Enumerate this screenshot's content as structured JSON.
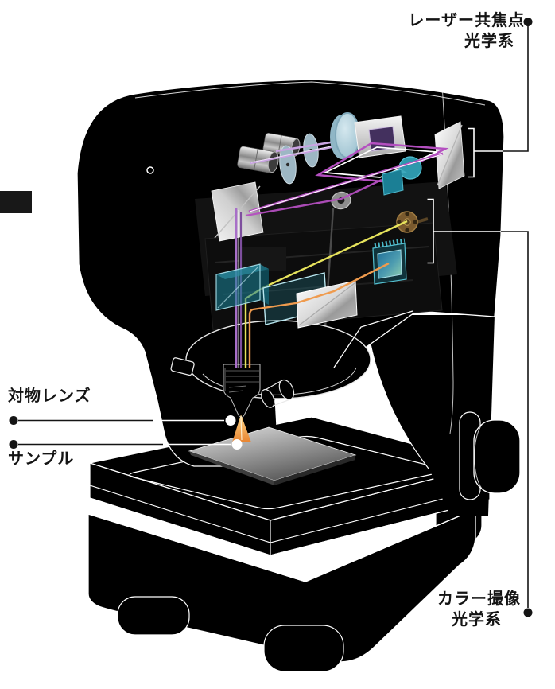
{
  "callouts": {
    "laser_confocal": {
      "line1": "レーザー共焦点",
      "line2": "光学系"
    },
    "color_imaging": {
      "line1": "カラー撮像",
      "line2": "光学系"
    },
    "objective_lens": {
      "label": "対物レンズ"
    },
    "sample": {
      "label": "サンプル"
    }
  },
  "colors": {
    "background": "#ffffff",
    "machine_body": "#000000",
    "outline": "#ffffff",
    "label_text": "#141414",
    "beam_violet": "#c9a3e2",
    "beam_magenta": "#b44fc0",
    "beam_yellow": "#e6e35c",
    "beam_orange": "#ef9b4e",
    "glass_teal": "#2e98ac",
    "lens_blue": "#a9c9d8",
    "mirror_silver": "#d9d9dc",
    "brass": "#8a6a3c",
    "sensor_teal": "#49b6c6"
  },
  "components": [
    "laser-diode-modules",
    "collimator-discs",
    "scan-lens",
    "scanner-unit",
    "fold-mirror-right",
    "fold-mirror-left",
    "pinhole-disc",
    "detector-wheel",
    "beam-splitter-cube",
    "dichroic-filter",
    "half-mirror",
    "cmos-sensor",
    "objective-lens",
    "sample-plate",
    "xy-stage",
    "focus-knob",
    "base-feet"
  ]
}
